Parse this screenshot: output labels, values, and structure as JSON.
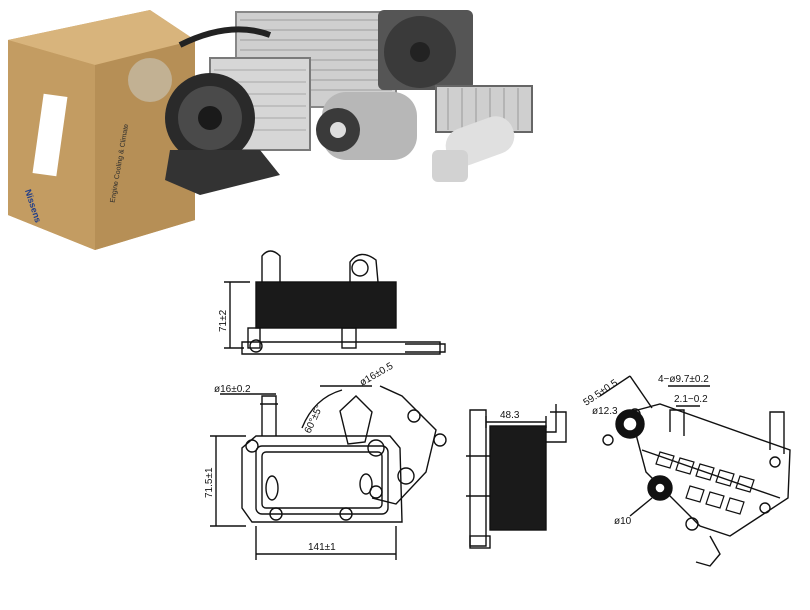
{
  "box": {
    "brand": "Nissens",
    "tagline": "Engine Cooling & Climate"
  },
  "dims": {
    "height_top": "71±2",
    "pipe_left": "ø16±0.2",
    "pipe_right": "ø16±0.5",
    "angle": "60°±5°",
    "height_front": "71.5±1",
    "width_front": "141±1",
    "depth_side": "48.3",
    "mount_dist": "59.5±0.5",
    "holes": "4−ø9.7±0.2",
    "hole_small": "ø12.3",
    "offset": "2.1−0.2",
    "hole_ten": "ø10"
  },
  "colors": {
    "line": "#111111",
    "box": "#c9a36a",
    "core": "#1a1a1a"
  }
}
